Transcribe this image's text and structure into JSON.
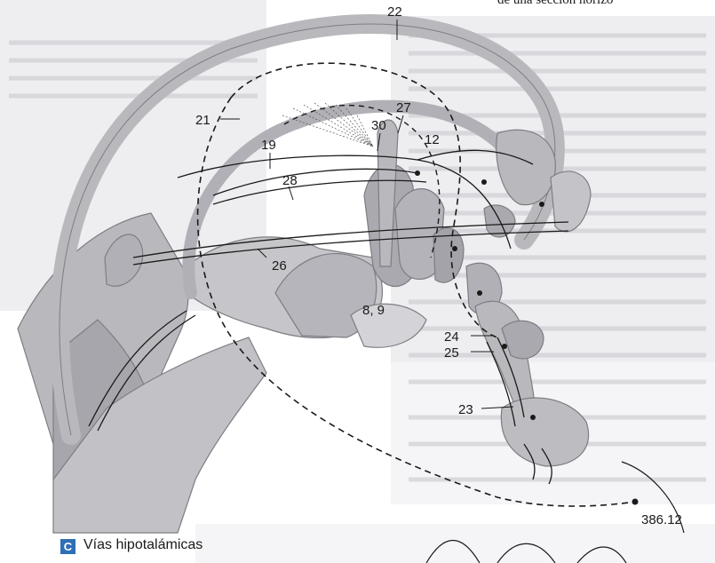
{
  "figure": {
    "header_fragment": "de una sección horizo",
    "caption_badge": "C",
    "caption_title": "Vías hipotalámicas",
    "cross_reference": "386.12",
    "labels": {
      "l22": "22",
      "l21": "21",
      "l30": "30",
      "l27": "27",
      "l12": "12",
      "l19": "19",
      "l28": "28",
      "l26": "26",
      "l89": "8, 9",
      "l24": "24",
      "l25": "25",
      "l23": "23"
    }
  },
  "colors": {
    "page_background": "#ffffff",
    "structure_fill": "#b9b9bd",
    "structure_light": "#d2d2d6",
    "structure_dark": "#9d9da3",
    "text_panel": "#e6e6ea",
    "fiber_line": "#1a1a1a",
    "badge": "#2e6fb5"
  }
}
